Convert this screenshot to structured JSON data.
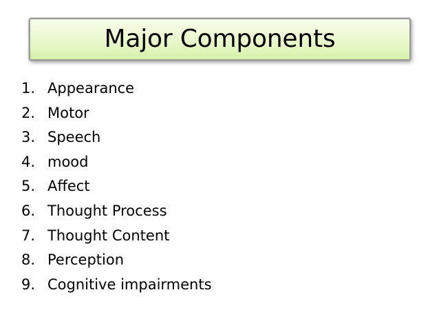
{
  "slide": {
    "background_color": "#ffffff",
    "title": {
      "text": "Major Components",
      "box_border_color": "#9a9a9a",
      "box_fill_top": "#f5fde9",
      "box_fill_bottom": "#d6f0a8",
      "text_color": "#000000"
    },
    "list": {
      "type": "ordered-decimal",
      "text_color": "#000000",
      "items": [
        {
          "number": "1.",
          "label": "Appearance"
        },
        {
          "number": "2.",
          "label": "Motor"
        },
        {
          "number": "3.",
          "label": "Speech"
        },
        {
          "number": "4.",
          "label": "mood"
        },
        {
          "number": "5.",
          "label": "Affect"
        },
        {
          "number": "6.",
          "label": "Thought Process"
        },
        {
          "number": "7.",
          "label": "Thought Content"
        },
        {
          "number": "8.",
          "label": "Perception"
        },
        {
          "number": "9.",
          "label": "Cognitive impairments"
        }
      ]
    }
  }
}
